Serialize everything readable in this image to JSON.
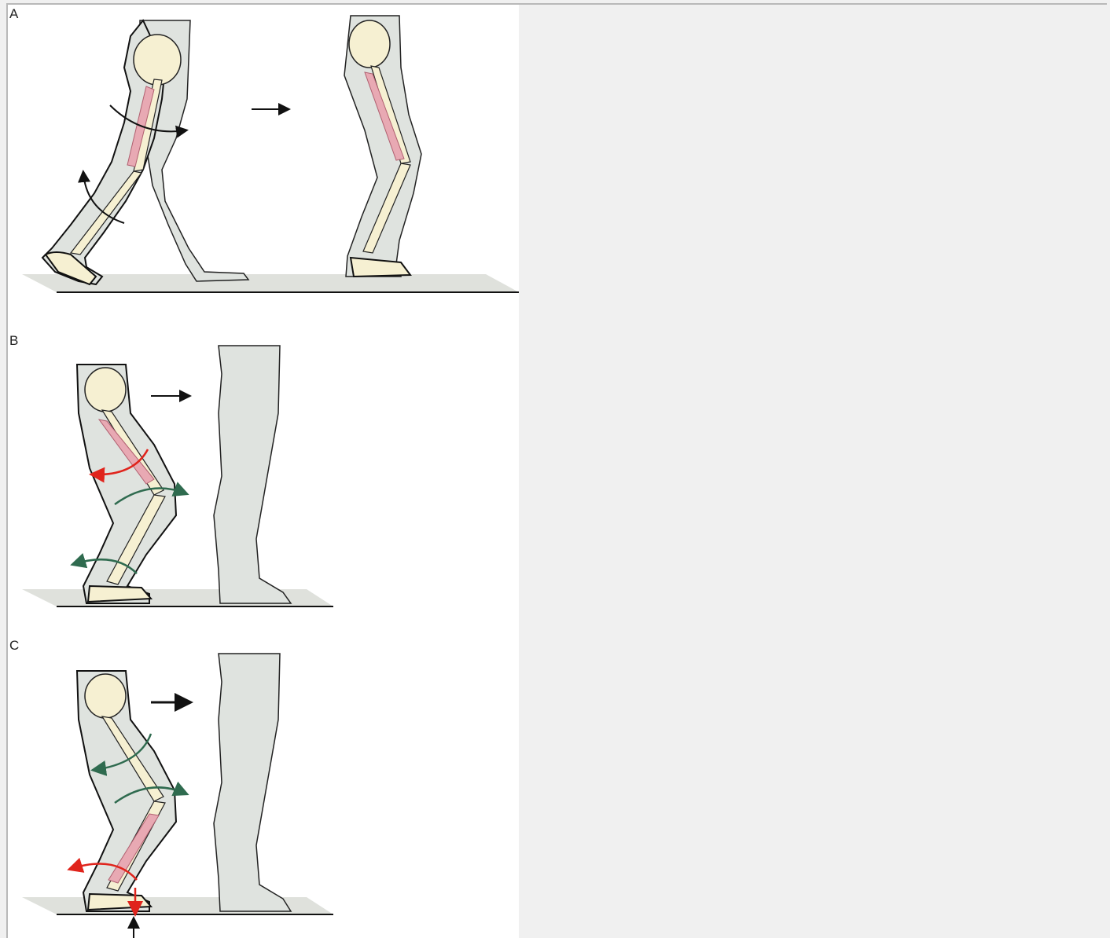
{
  "panels": [
    {
      "label": "A"
    },
    {
      "label": "B"
    },
    {
      "label": "C"
    }
  ],
  "colors": {
    "background": "#f0f0f0",
    "canvas": "#ffffff",
    "body_fill": "#dfe3df",
    "bone": "#f6f0d2",
    "muscle": "#e8a9b3",
    "floor": "#dfe1dc",
    "arrow_black": "#111111",
    "arrow_red": "#e0241c",
    "arrow_green": "#2f6b4f"
  }
}
